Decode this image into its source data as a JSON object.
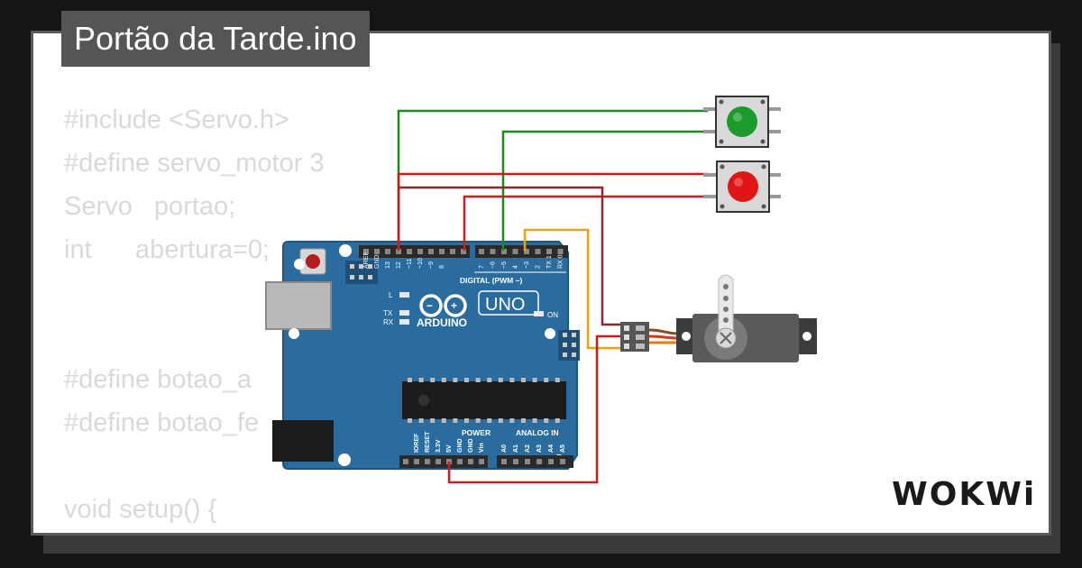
{
  "title": "Portão da Tarde.ino",
  "code_lines": [
    "#include <Servo.h>",
    "#define servo_motor 3",
    "Servo   portao;",
    "int      abertura=0;",
    "",
    "",
    "#define botao_a",
    "#define botao_fe",
    "",
    "void setup() {"
  ],
  "brand": "WOKWi",
  "board": {
    "name": "ARDUINO",
    "model": "UNO",
    "digital_label": "DIGITAL (PWM ~)",
    "power_label": "POWER",
    "analog_label": "ANALOG IN",
    "led_labels": [
      "L",
      "TX",
      "RX",
      "ON"
    ],
    "digital_pins": [
      "AREF",
      "GND",
      "13",
      "12",
      "~11",
      "~10",
      "~9",
      "8",
      "7",
      "~6",
      "~5",
      "4",
      "~3",
      "2",
      "TX 1",
      "RX 0"
    ],
    "power_pins": [
      "IOREF",
      "RESET",
      "3.3V",
      "5V",
      "GND",
      "GND",
      "Vin"
    ],
    "analog_pins": [
      "A0",
      "A1",
      "A2",
      "A3",
      "A4",
      "A5"
    ]
  },
  "buttons": [
    {
      "color": "green",
      "hex": "#1e9a2c"
    },
    {
      "color": "red",
      "hex": "#e01515"
    }
  ],
  "colors": {
    "board": "#2b6c9f",
    "board_dark": "#1f5582",
    "wire_green": "#1a8a1a",
    "wire_red": "#d11a1a",
    "wire_orange": "#f0a400",
    "wire_brown": "#8b2a2a"
  }
}
